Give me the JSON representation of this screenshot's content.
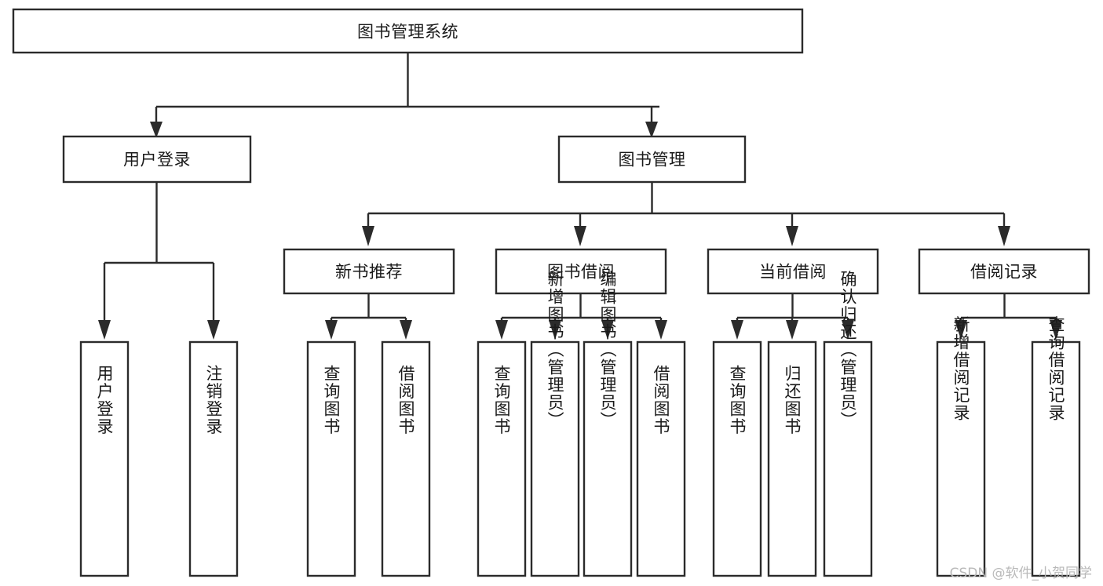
{
  "diagram": {
    "title": "图书管理系统",
    "type": "tree",
    "watermark": "CSDN @软件_小贺同学",
    "colors": {
      "background": "#ffffff",
      "box_fill": "#ffffff",
      "stroke": "#2b2b2b",
      "text": "#1a1a1a",
      "watermark": "#b9b9b9"
    },
    "root": {
      "label": "图书管理系统"
    },
    "level2": [
      {
        "id": "user-login",
        "label": "用户登录"
      },
      {
        "id": "book-manage",
        "label": "图书管理"
      }
    ],
    "level3": [
      {
        "id": "new-book-rec",
        "label": "新书推荐"
      },
      {
        "id": "book-borrow",
        "label": "图书借阅"
      },
      {
        "id": "current-borrow",
        "label": "当前借阅"
      },
      {
        "id": "borrow-record",
        "label": "借阅记录"
      }
    ],
    "leaves": {
      "user-login": [
        {
          "id": "leaf-user-login",
          "label": "用户登录"
        },
        {
          "id": "leaf-logout-login",
          "label": "注销登录"
        }
      ],
      "new-book-rec": [
        {
          "id": "leaf-query-book-1",
          "label": "查询图书"
        },
        {
          "id": "leaf-borrow-book-1",
          "label": "借阅图书"
        }
      ],
      "book-borrow": [
        {
          "id": "leaf-query-book-2",
          "label": "查询图书"
        },
        {
          "id": "leaf-add-book",
          "label": "新增图书（管理员）"
        },
        {
          "id": "leaf-edit-book",
          "label": "编辑图书（管理员）"
        },
        {
          "id": "leaf-borrow-book-2",
          "label": "借阅图书"
        }
      ],
      "current-borrow": [
        {
          "id": "leaf-query-book-3",
          "label": "查询图书"
        },
        {
          "id": "leaf-return-book",
          "label": "归还图书"
        },
        {
          "id": "leaf-confirm-return",
          "label": "确认归还（管理员）"
        }
      ],
      "borrow-record": [
        {
          "id": "leaf-add-record",
          "label": "新增借阅记录"
        },
        {
          "id": "leaf-query-record",
          "label": "查询借阅记录"
        }
      ]
    }
  }
}
